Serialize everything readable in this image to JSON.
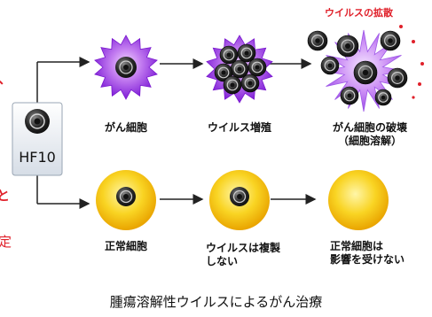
{
  "edge_left": {
    "top_glyph": "、",
    "bottom_glyph": "と",
    "bottom_text": "定"
  },
  "spread_label": "ウイルスの拡散",
  "virus_box_label": "HF10",
  "top_row": [
    {
      "label": "がん細胞"
    },
    {
      "label": "ウイルス増殖"
    },
    {
      "label": "がん細胞の破壊",
      "sublabel": "（細胞溶解）"
    }
  ],
  "bottom_row": [
    {
      "label": "正常細胞"
    },
    {
      "label": "ウイルスは複製",
      "sublabel": "しない"
    },
    {
      "label": "正常細胞は",
      "sublabel": "影響を受けない"
    }
  ],
  "caption": "腫瘍溶解性ウイルスによるがん治療",
  "colors": {
    "cancer_purple": "#8a2be2",
    "normal_yellow": "#f4c40a",
    "spread_red": "#e0202a",
    "virus_dark": "#1a1a1a"
  }
}
